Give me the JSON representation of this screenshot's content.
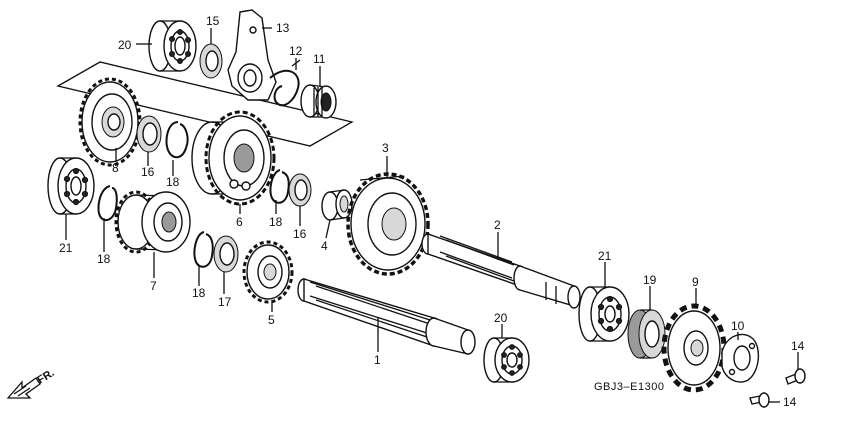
{
  "diagram": {
    "code": "GBJ3–E1300",
    "direction_label": "FR.",
    "parts": [
      {
        "id": "p1",
        "label": "1"
      },
      {
        "id": "p2",
        "label": "2"
      },
      {
        "id": "p3",
        "label": "3"
      },
      {
        "id": "p4",
        "label": "4"
      },
      {
        "id": "p5",
        "label": "5"
      },
      {
        "id": "p6",
        "label": "6"
      },
      {
        "id": "p7",
        "label": "7"
      },
      {
        "id": "p8",
        "label": "8"
      },
      {
        "id": "p9",
        "label": "9"
      },
      {
        "id": "p10",
        "label": "10"
      },
      {
        "id": "p11",
        "label": "11"
      },
      {
        "id": "p12",
        "label": "12"
      },
      {
        "id": "p13",
        "label": "13"
      },
      {
        "id": "p14a",
        "label": "14"
      },
      {
        "id": "p14b",
        "label": "14"
      },
      {
        "id": "p15",
        "label": "15"
      },
      {
        "id": "p16a",
        "label": "16"
      },
      {
        "id": "p16b",
        "label": "16"
      },
      {
        "id": "p17",
        "label": "17"
      },
      {
        "id": "p18a",
        "label": "18"
      },
      {
        "id": "p18b",
        "label": "18"
      },
      {
        "id": "p18c",
        "label": "18"
      },
      {
        "id": "p18d",
        "label": "18"
      },
      {
        "id": "p19",
        "label": "19"
      },
      {
        "id": "p20a",
        "label": "20"
      },
      {
        "id": "p20b",
        "label": "20"
      },
      {
        "id": "p21a",
        "label": "21"
      },
      {
        "id": "p21b",
        "label": "21"
      }
    ]
  }
}
